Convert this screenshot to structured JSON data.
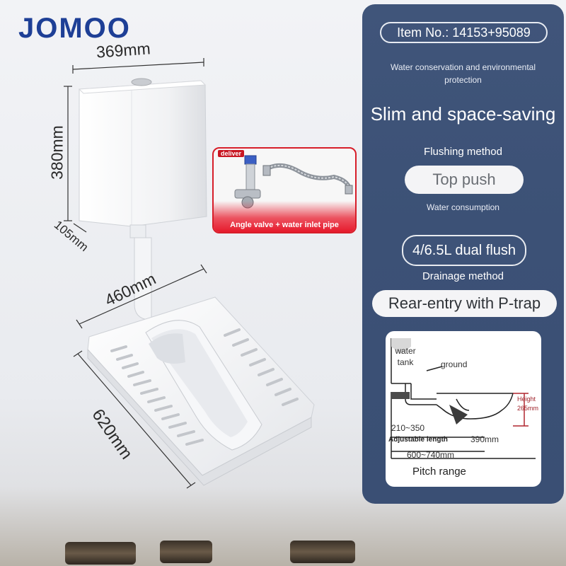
{
  "brand": {
    "logo_text": "JOMOO",
    "color": "#1e3f96"
  },
  "product": {
    "dims": {
      "tank_width": "369mm",
      "tank_height": "380mm",
      "tank_depth": "105mm",
      "pan_width": "460mm",
      "pan_length": "620mm"
    },
    "accessory": {
      "tag": "deliver",
      "caption": "Angle valve + water inlet pipe",
      "accent_color": "#d71e2a"
    }
  },
  "panel": {
    "item_no": "Item No.: 14153+95089",
    "tagline": "Water conservation and environmental protection",
    "headline": "Slim and space-saving",
    "flushing_label": "Flushing method",
    "flushing_value": "Top push",
    "water_label": "Water consumption",
    "water_value": "4/6.5L dual flush",
    "drainage_label": "Drainage method",
    "drainage_value": "Rear-entry with P-trap",
    "background_color": "#3c5176",
    "diagram": {
      "water_tank": "water tank",
      "ground": "ground",
      "height_label": "Height",
      "height_value": "265mm",
      "range_short": "210~350",
      "adjustable": "Adjustable length",
      "len390": "390mm",
      "pitch_span": "600~740mm",
      "pitch_label": "Pitch range"
    }
  }
}
